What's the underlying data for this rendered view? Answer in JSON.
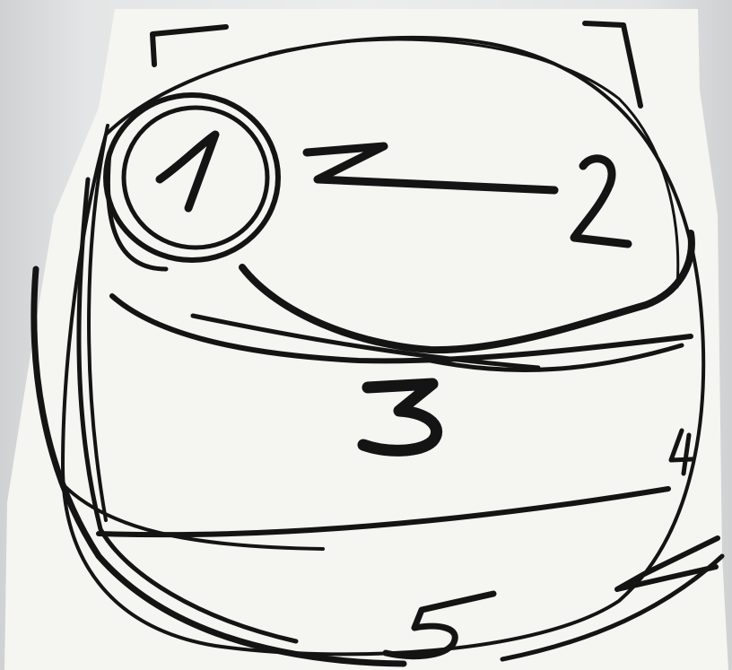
{
  "sketch": {
    "regions": [
      {
        "label": "1",
        "circled": true
      },
      {
        "label": "2",
        "circled": false
      },
      {
        "label": "3",
        "circled": false
      },
      {
        "label": "4",
        "circled": false
      },
      {
        "label": "5",
        "circled": false
      }
    ]
  },
  "colors": {
    "ink": "#141414",
    "paper": "#f5f5f1",
    "background": "#e2e3e4"
  }
}
